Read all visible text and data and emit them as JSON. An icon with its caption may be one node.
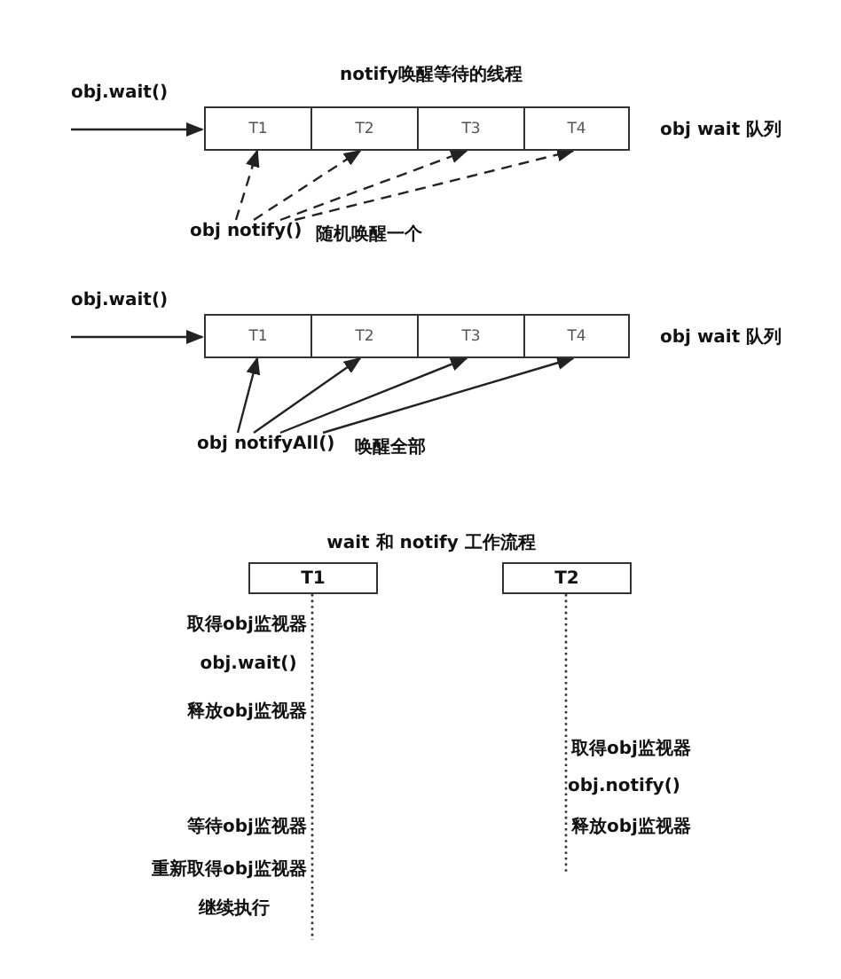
{
  "diagram": {
    "nodes": [
      {
        "text": [],
        "shape": "box",
        "beside": [
          "obj wait 队列"
        ]
      },
      {
        "text": [
          "T1"
        ],
        "in": 0
      },
      {
        "text": [
          "T2"
        ],
        "in": 0
      },
      {
        "text": [
          "T3"
        ],
        "in": 0
      },
      {
        "text": [
          "T4"
        ],
        "in": 0
      },
      {
        "text": [
          "obj notify()"
        ],
        "beside": [
          "随机唤醒一个"
        ]
      },
      {
        "text": [],
        "shape": "box",
        "beside": [
          "obj wait 队列"
        ]
      },
      {
        "text": [
          "T1"
        ],
        "in": 6
      },
      {
        "text": [
          "T2"
        ],
        "in": 6
      },
      {
        "text": [
          "T3"
        ],
        "in": 6
      },
      {
        "text": [
          "T4"
        ],
        "in": 6
      },
      {
        "text": [
          "obj notifyAll()"
        ],
        "beside": [
          "唤醒全部"
        ]
      },
      {
        "text": [
          "T1"
        ]
      },
      {
        "text": [
          "T2"
        ]
      }
    ],
    "edges": [
      {
        "from": null,
        "to": 0,
        "arrow": "to",
        "label": "obj.wait()"
      },
      {
        "from": 5,
        "to": 1,
        "arrow": "to",
        "style": "dashed"
      },
      {
        "from": 5,
        "to": 2,
        "arrow": "to",
        "style": "dashed"
      },
      {
        "from": 5,
        "to": 3,
        "arrow": "to",
        "style": "dashed"
      },
      {
        "from": 5,
        "to": 4,
        "arrow": "to",
        "style": "dashed"
      },
      {
        "from": null,
        "to": 6,
        "arrow": "to",
        "label": "obj.wait()"
      },
      {
        "from": 11,
        "to": 7,
        "arrow": "to"
      },
      {
        "from": 11,
        "to": 8,
        "arrow": "to"
      },
      {
        "from": 11,
        "to": 9,
        "arrow": "to"
      },
      {
        "from": 11,
        "to": 10,
        "arrow": "to"
      }
    ],
    "labels": [
      "notify唤醒等待的线程",
      "wait 和 notify 工作流程",
      "取得obj监视器",
      "obj.wait()",
      "释放obj监视器",
      "等待obj监视器",
      "重新取得obj监视器",
      "继续执行",
      "取得obj监视器",
      "obj.notify()",
      "释放obj监视器"
    ]
  }
}
